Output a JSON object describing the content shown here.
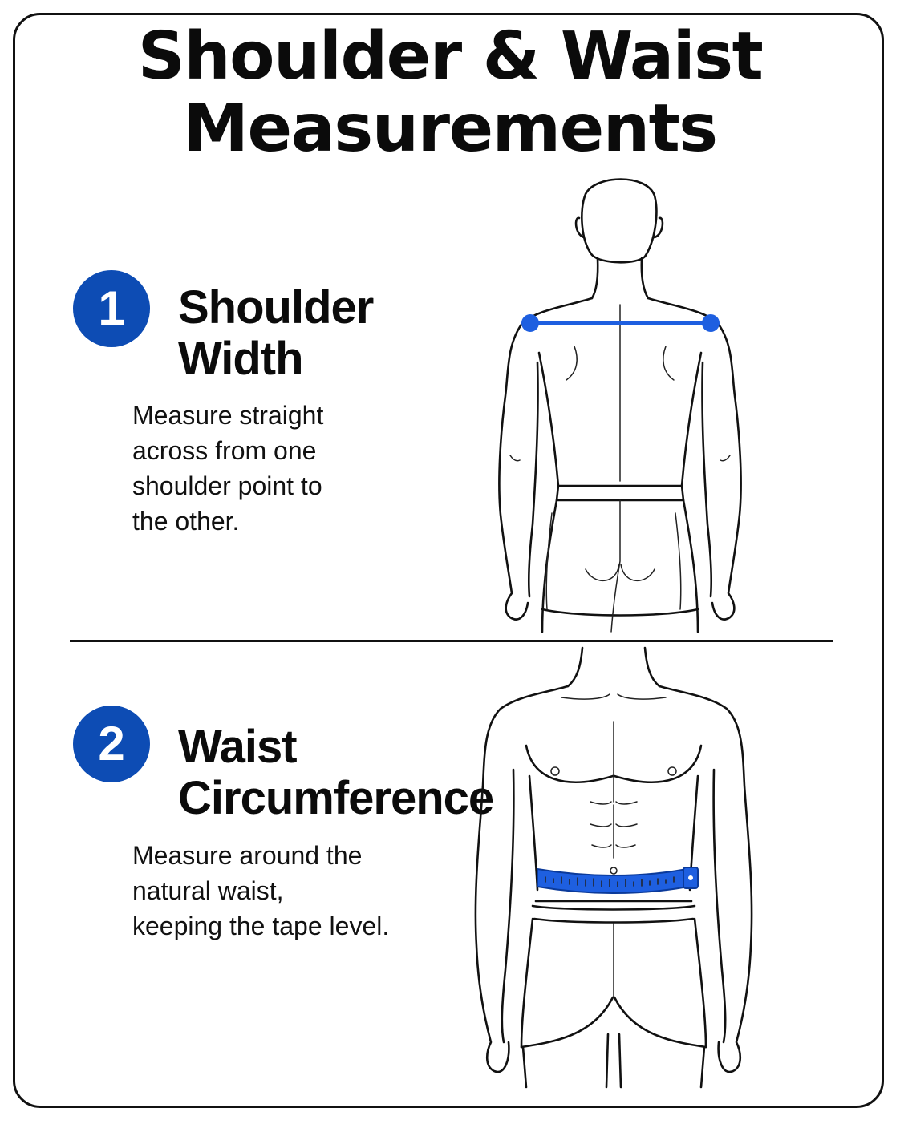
{
  "title": {
    "line1": "Shoulder & Waist",
    "line2": "Measurements"
  },
  "colors": {
    "accent": "#0D4CB4",
    "tape": "#1E5FE0"
  },
  "steps": [
    {
      "number": "1",
      "heading_line1": "Shoulder",
      "heading_line2": "Width",
      "description_lines": [
        "Measure straight",
        "across from one",
        "shoulder point to",
        "the other."
      ],
      "figure": "back-view-body-figure"
    },
    {
      "number": "2",
      "heading_line1": "Waist",
      "heading_line2": "Circumference",
      "description_lines": [
        "Measure around the",
        "natural waist,",
        "keeping the tape level."
      ],
      "figure": "front-view-body-figure"
    }
  ]
}
